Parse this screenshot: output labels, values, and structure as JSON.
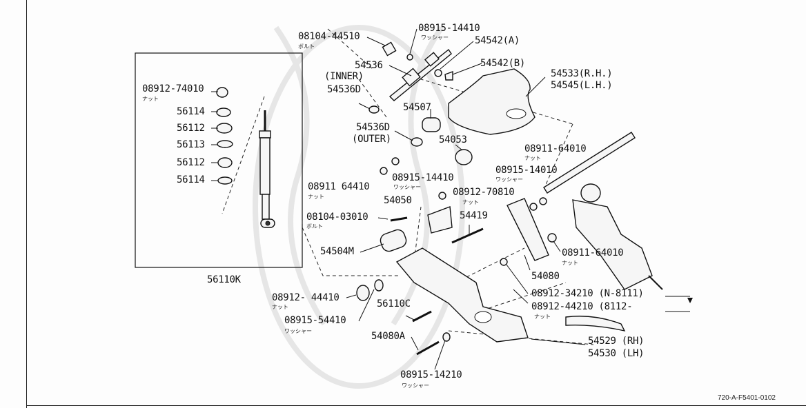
{
  "diagram": {
    "catalog_code": "720-A-F5401-0102",
    "box_label": "56110K",
    "parts": [
      {
        "num": "08104-44510",
        "note": "ボルト"
      },
      {
        "num": "08915-14410",
        "note": "ワッシャー"
      },
      {
        "num": "54542(A)"
      },
      {
        "num": "54536"
      },
      {
        "num": "(INNER)"
      },
      {
        "num": "54536D"
      },
      {
        "num": "54542(B)"
      },
      {
        "num": "54533(R.H.)"
      },
      {
        "num": "54545(L.H.)"
      },
      {
        "num": "54507"
      },
      {
        "num": "54536D"
      },
      {
        "num": "(OUTER)"
      },
      {
        "num": "54053"
      },
      {
        "num": "08911-64010",
        "note": "ナット"
      },
      {
        "num": "08915-14010",
        "note": "ワッシャー"
      },
      {
        "num": "08915-14410",
        "note": "ワッシャー"
      },
      {
        "num": "08911 64410",
        "note": "ナット"
      },
      {
        "num": "08912-70810",
        "note": "ナット"
      },
      {
        "num": "54050"
      },
      {
        "num": "08104-03010",
        "note": "ボルト"
      },
      {
        "num": "54419"
      },
      {
        "num": "54504M"
      },
      {
        "num": "08911-64010",
        "note": "ナット"
      },
      {
        "num": "54080"
      },
      {
        "num": "08912-34210 (N-8111)"
      },
      {
        "num": "08912-44210 (8112-",
        "note": "ナット"
      },
      {
        "num": "08912- 44410",
        "note": "ナット"
      },
      {
        "num": "56110C"
      },
      {
        "num": "08915-54410",
        "note": "ワッシャー"
      },
      {
        "num": "54080A"
      },
      {
        "num": "54529 (RH)"
      },
      {
        "num": "54530 (LH)"
      },
      {
        "num": "08915-14210",
        "note": "ワッシャー"
      },
      {
        "num": "08912-74010",
        "note": "ナット"
      },
      {
        "num": "56114"
      },
      {
        "num": "56112"
      },
      {
        "num": "56113"
      },
      {
        "num": "56112"
      },
      {
        "num": "56114"
      }
    ]
  }
}
